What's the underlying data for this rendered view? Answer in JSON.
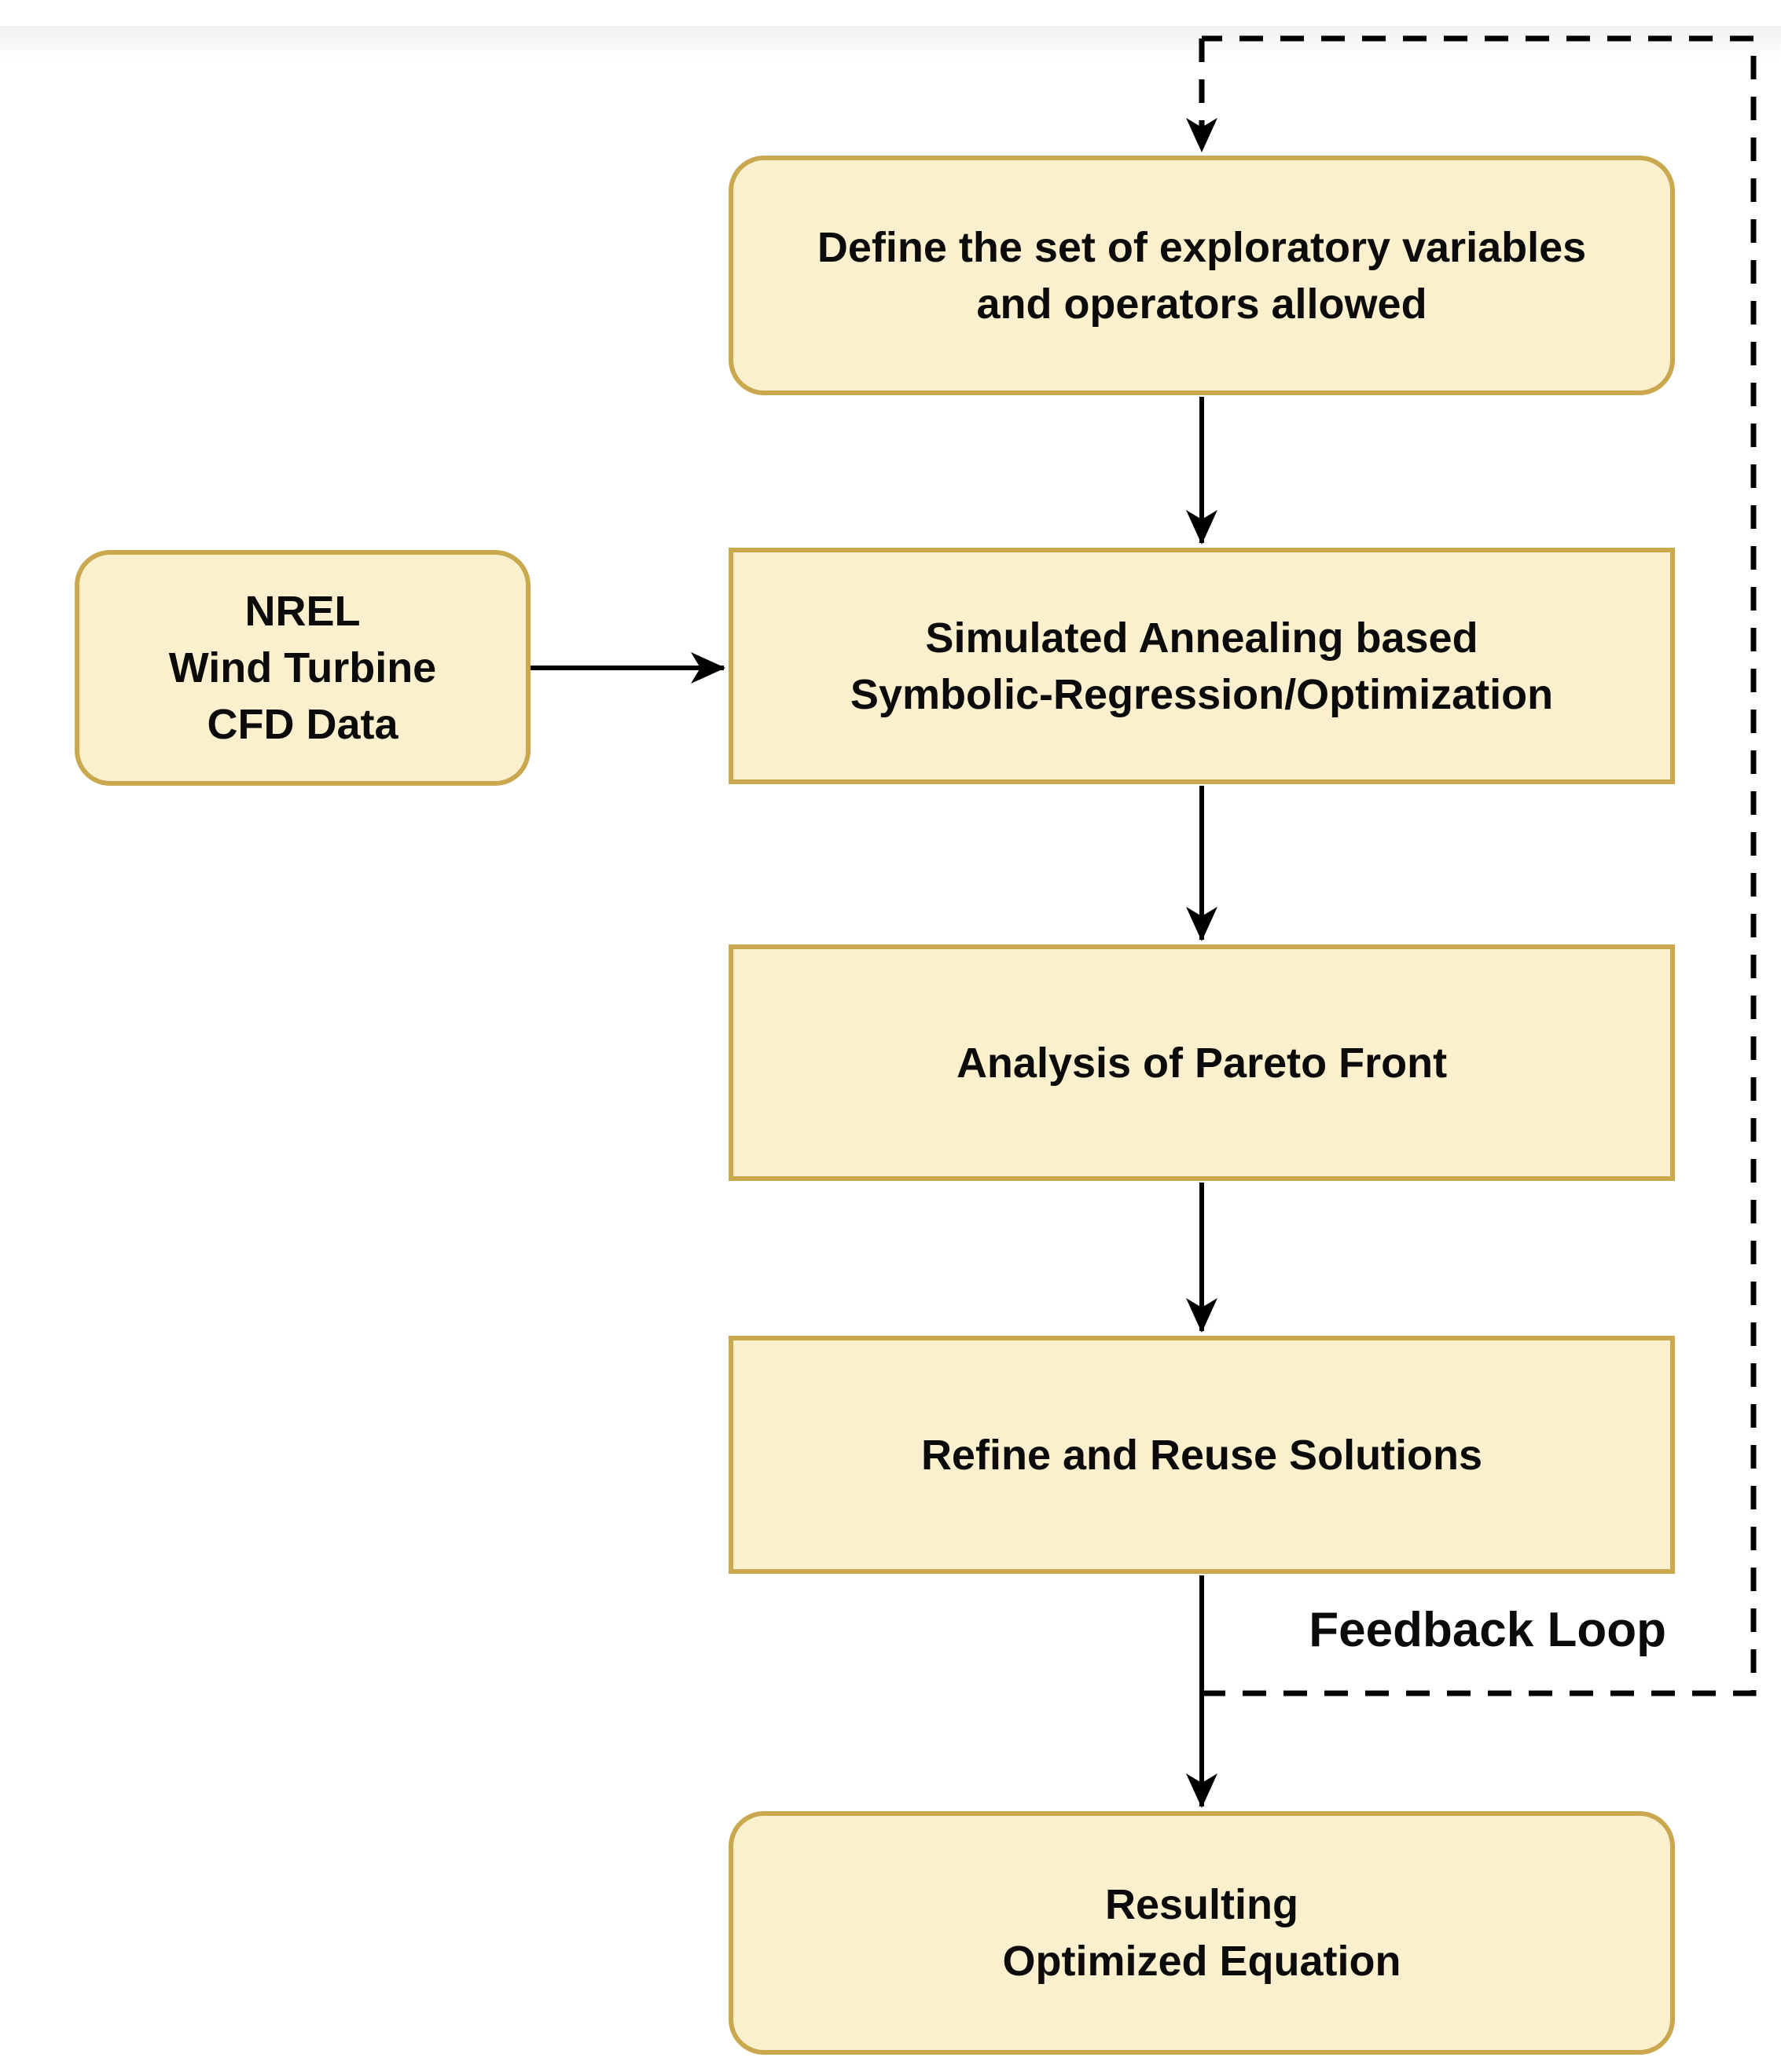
{
  "colors": {
    "background": "#FFFFFF",
    "node_fill": "#FBF0CD",
    "node_border": "#C9A850",
    "connector": "#000000",
    "text": "#0B0B0B"
  },
  "nodes": {
    "define": {
      "shape": "rounded-rectangle",
      "lines": [
        "Define the set of exploratory variables",
        "and operators allowed"
      ]
    },
    "nrel": {
      "shape": "rounded-rectangle",
      "lines": [
        "NREL",
        "Wind Turbine",
        "CFD Data"
      ]
    },
    "sa": {
      "shape": "rectangle",
      "lines": [
        "Simulated Annealing based",
        "Symbolic-Regression/Optimization"
      ]
    },
    "analysis": {
      "shape": "rectangle",
      "lines": [
        "Analysis of Pareto Front"
      ]
    },
    "refine": {
      "shape": "rectangle",
      "lines": [
        "Refine and Reuse Solutions"
      ]
    },
    "result": {
      "shape": "rounded-rectangle",
      "lines": [
        "Resulting",
        "Optimized Equation"
      ]
    }
  },
  "edges": [
    {
      "from": "define",
      "to": "sa",
      "style": "solid"
    },
    {
      "from": "nrel",
      "to": "sa",
      "style": "solid"
    },
    {
      "from": "sa",
      "to": "analysis",
      "style": "solid"
    },
    {
      "from": "analysis",
      "to": "refine",
      "style": "solid"
    },
    {
      "from": "refine",
      "to": "result",
      "style": "solid"
    },
    {
      "from": "refine",
      "to": "define",
      "style": "dashed",
      "label": "Feedback Loop"
    }
  ],
  "feedback_label": "Feedback Loop"
}
